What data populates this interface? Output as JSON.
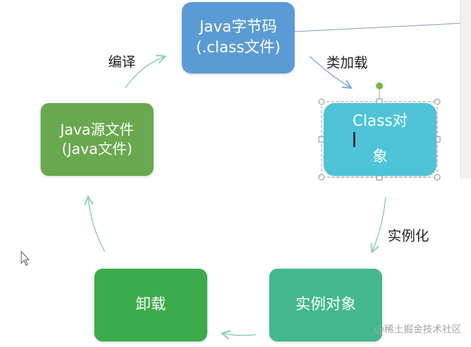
{
  "nodes": {
    "bytecode": {
      "line1": "Java字节码",
      "line2": "(.class文件)"
    },
    "class_object": {
      "label_pre": "Class对",
      "label_post": "象"
    },
    "source": {
      "line1": "Java源文件",
      "line2": "(Java文件)"
    },
    "unload": {
      "label": "卸载"
    },
    "instance": {
      "label": "实例对象"
    }
  },
  "edge_labels": {
    "compile": "编译",
    "class_load": "类加载",
    "instantiate": "实例化"
  },
  "watermark": "@稀土掘金技术社区",
  "colors": {
    "bytecode": "#5b9bd5",
    "class_object": "#4fc3d7",
    "source": "#6aa84f",
    "unload": "#3cab4c",
    "instance": "#43b88c",
    "arrow": "#8fd1b4",
    "selection": "#9a9a9a",
    "rotate_handle": "#70b843"
  },
  "icons": {
    "pointer": "mouse-pointer-icon"
  }
}
